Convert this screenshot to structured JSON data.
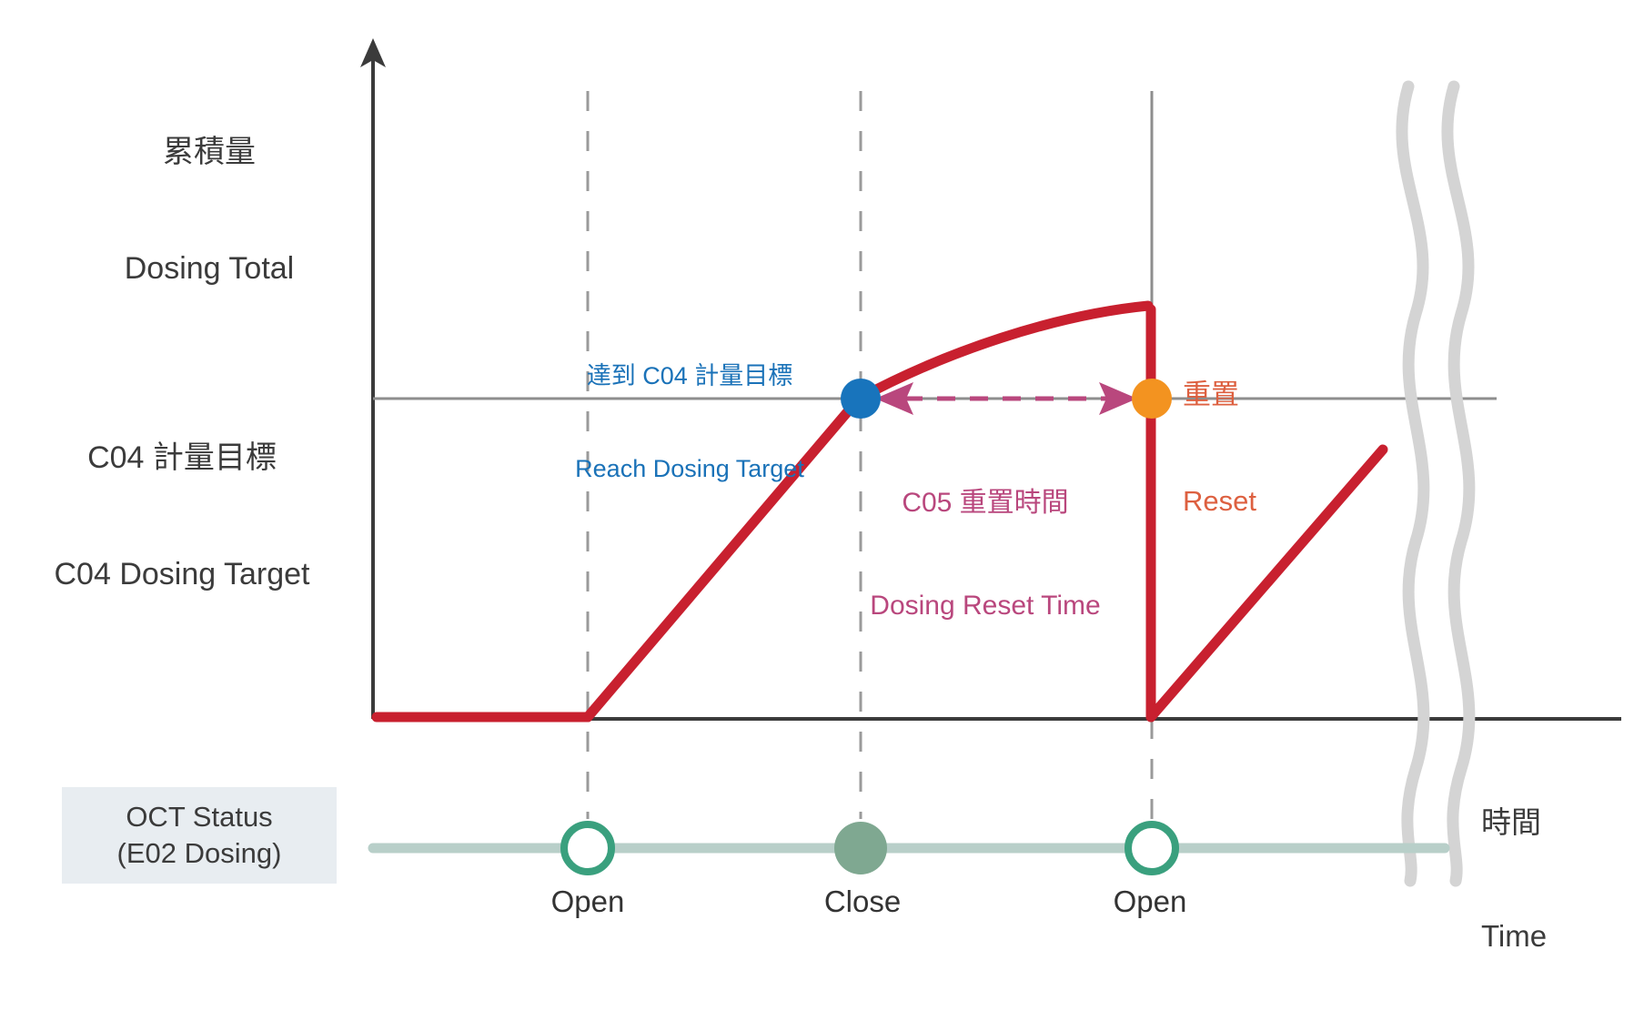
{
  "axes": {
    "y_title_zh": "累積量",
    "y_title_en": "Dosing Total",
    "x_title_zh": "時間",
    "x_title_en": "Time",
    "target_label_zh": "C04 計量目標",
    "target_label_en": "C04 Dosing Target"
  },
  "annotations": {
    "reach_target": {
      "zh": "達到 C04 計量目標",
      "en": "Reach Dosing Target",
      "color": "#1a72b8"
    },
    "reset_time": {
      "zh": "C05 重置時間",
      "en": "Dosing Reset Time",
      "color": "#b9477d"
    },
    "reset": {
      "zh": "重置",
      "en": "Reset",
      "color": "#dd6040"
    }
  },
  "status_track": {
    "label_line1": "OCT Status",
    "label_line2": "(E02 Dosing)",
    "ticks": [
      {
        "label": "Open",
        "state": "open"
      },
      {
        "label": "Close",
        "state": "close"
      },
      {
        "label": "Open",
        "state": "open"
      }
    ]
  },
  "colors": {
    "curve": "#c8202f",
    "reach_marker": "#1874bc",
    "reset_marker": "#f39320",
    "status_line": "#b8cfc9",
    "status_open_ring": "#3aa07e",
    "status_close_fill": "#7fa891",
    "axis": "#3b3b3b",
    "gridline": "#8e8e8e",
    "dashed_guide": "#9a9a9a",
    "break_line": "#d4d4d4",
    "status_box_bg": "#e8edf1"
  },
  "chart_data": {
    "type": "line",
    "title": "",
    "xlabel": "時間 / Time",
    "ylabel": "累積量 / Dosing Total",
    "legend": [],
    "grid": false,
    "reference_lines": [
      {
        "name": "C04 Dosing Target",
        "orientation": "horizontal",
        "value": 1.0
      },
      {
        "name": "Open (dosing starts)",
        "orientation": "vertical",
        "style": "dashed"
      },
      {
        "name": "Close (target reached)",
        "orientation": "vertical",
        "style": "dashed"
      },
      {
        "name": "Open (reset)",
        "orientation": "vertical",
        "style": "solid"
      }
    ],
    "series": [
      {
        "name": "Dosing Total",
        "description": "Flat at zero until Open; linear accumulation to the C04 Dosing Target at Close; decelerating accumulation past target; vertical drop to zero at the reset Open; then linear accumulation again.",
        "points": [
          {
            "x": 0.0,
            "y": 0.0
          },
          {
            "x": 0.18,
            "y": 0.0
          },
          {
            "x": 0.42,
            "y": 1.0
          },
          {
            "x": 0.58,
            "y": 1.14
          },
          {
            "x": 0.7,
            "y": 1.21
          },
          {
            "x": 0.76,
            "y": 1.24
          },
          {
            "x": 0.76,
            "y": 0.0
          },
          {
            "x": 0.97,
            "y": 0.78
          }
        ]
      }
    ],
    "markers": [
      {
        "name": "Reach Dosing Target",
        "x": 0.42,
        "y": 1.0,
        "color": "#1874bc"
      },
      {
        "name": "Reset",
        "x": 0.76,
        "y": 1.0,
        "color": "#f39320"
      }
    ],
    "span_arrow": {
      "name": "C05 Dosing Reset Time",
      "from_x": 0.42,
      "to_x": 0.76,
      "y": 1.0,
      "double_headed": true,
      "style": "dashed"
    }
  }
}
